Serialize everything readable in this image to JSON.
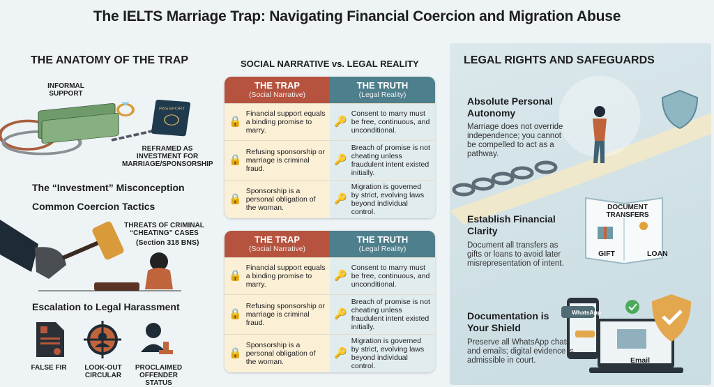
{
  "title": "The IELTS Marriage Trap: Navigating Financial Coercion and Migration Abuse",
  "left": {
    "heading": "THE ANATOMY OF THE TRAP",
    "label_informal": "INFORMAL SUPPORT",
    "passport_label": "PASSPORT",
    "label_reframed": "REFRAMED AS INVESTMENT FOR MARRIAGE/SPONSORSHIP",
    "investment": "The “Investment” Misconception",
    "coercion": "Common Coercion Tactics",
    "threats": "THREATS OF CRIMINAL “CHEATING” CASES",
    "section": "(Section 318 BNS)",
    "escalation": "Escalation to Legal Harassment",
    "icons": [
      {
        "label": "FALSE FIR",
        "icon": "document-icon"
      },
      {
        "label": "LOOK-OUT CIRCULAR",
        "icon": "target-icon"
      },
      {
        "label": "PROCLAIMED OFFENDER STATUS",
        "icon": "stamp-icon"
      }
    ]
  },
  "middle": {
    "heading": "SOCIAL NARRATIVE vs. LEGAL REALITY",
    "tables": [
      {
        "trap_title": "THE TRAP",
        "trap_sub": "(Social Narrative)",
        "truth_title": "THE TRUTH",
        "truth_sub": "(Legal Reality)",
        "rows": [
          {
            "trap": "Financial support equals a binding promise to marry.",
            "truth": "Consent to marry must be free, continuous, and unconditional."
          },
          {
            "trap": "Refusing sponsorship or marriage is criminal fraud.",
            "truth": "Breach of promise is not cheating unless fraudulent intent existed initially."
          },
          {
            "trap": "Sponsorship is a personal obligation of the woman.",
            "truth": "Migration is governed by strict, evolving laws beyond individual control."
          }
        ]
      },
      {
        "trap_title": "THE TRAP",
        "trap_sub": "(Social Narrative)",
        "truth_title": "THE TRUTH",
        "truth_sub": "(Legal Reality)",
        "rows": [
          {
            "trap": "Financial support equals a binding promise to marry.",
            "truth": "Consent to marry must be free, continuous, and unconditional."
          },
          {
            "trap": "Refusing sponsorship or marriage is criminal fraud.",
            "truth": "Breach of promise is not cheating unless fraudulent intent existed initially."
          },
          {
            "trap": "Sponsorship is a personal obligation of the woman.",
            "truth": "Migration is governed by strict, evolving laws beyond individual control."
          }
        ]
      }
    ]
  },
  "right": {
    "heading": "LEGAL RIGHTS AND SAFEGUARDS",
    "autonomy_title": "Absolute Personal Autonomy",
    "autonomy_text": "Marriage does not override independence; you cannot be compelled to act as a pathway.",
    "clarity_title": "Establish Financial Clarity",
    "clarity_text": "Document all transfers as gifts or loans to avoid later misrepresentation of intent.",
    "doc_transfers": "DOCUMENT TRANSFERS",
    "gift": "GIFT",
    "loan": "LOAN",
    "shield_title": "Documentation is Your Shield",
    "shield_text": "Preserve all WhatsApp chats and emails; digital evidence is admissible in court.",
    "whatsapp": "WhatsApp",
    "email": "Email"
  },
  "colors": {
    "trap": "#b5533f",
    "truth": "#4e7f8c",
    "trap_bg": "#fbefd6",
    "truth_bg": "#e1ecef"
  }
}
